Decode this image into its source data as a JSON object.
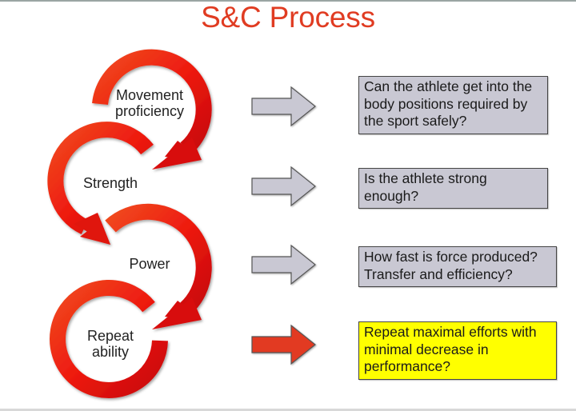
{
  "slide": {
    "title": "S&C Process",
    "colors": {
      "title": "#e03c22",
      "cycle_red": "#e8160c",
      "arrow_gray": "#c9c8d3",
      "arrow_red": "#e23a22",
      "box_gray": "#c9c8d3",
      "box_highlight": "#ffff00"
    }
  },
  "stages": [
    {
      "label_lines": [
        "Movement",
        "proficiency"
      ],
      "question_lines": [
        "Can the athlete get into the",
        "body positions required by",
        "the sport safely?"
      ],
      "highlight": false
    },
    {
      "label_lines": [
        "Strength"
      ],
      "question_lines": [
        "Is the athlete strong",
        "enough?"
      ],
      "highlight": false
    },
    {
      "label_lines": [
        "Power"
      ],
      "question_lines": [
        "How fast is force produced?",
        "Transfer and efficiency?"
      ],
      "highlight": false
    },
    {
      "label_lines": [
        "Repeat",
        "ability"
      ],
      "question_lines": [
        "Repeat maximal efforts with",
        "minimal decrease in",
        "performance?"
      ],
      "highlight": true
    }
  ]
}
